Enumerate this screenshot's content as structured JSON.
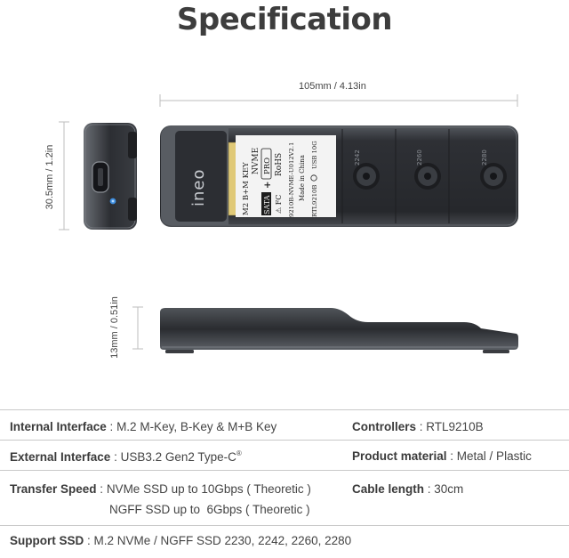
{
  "title": "Specification",
  "dimensions": {
    "length": "105mm / 4.13in",
    "width": "30.5mm / 1.2in",
    "height": "13mm / 0.51in"
  },
  "label": {
    "brand": "ineo",
    "key_line": "M2   B+M KEY",
    "nvme": "NVME",
    "pro": "PRO",
    "sata": "SATA",
    "rohs": "RoHS",
    "model": "9210B-NVME-U012V2.1",
    "made_in": "Made in China",
    "chip": "RTL9210B",
    "usb": "USB 10G",
    "marks": [
      "2242",
      "2260",
      "2280"
    ]
  },
  "specs": {
    "internal_interface_label": "Internal Interface",
    "internal_interface_value": "M.2 M-Key, B-Key & M+B Key",
    "controllers_label": "Controllers",
    "controllers_value": "RTL9210B",
    "external_interface_label": "External Interface",
    "external_interface_value": "USB3.2 Gen2 Type-C",
    "external_interface_sup": "®",
    "product_material_label": "Product material",
    "product_material_value": "Metal / Plastic",
    "transfer_speed_label": "Transfer Speed",
    "transfer_speed_value_1": "NVMe SSD up to 10Gbps ( Theoretic )",
    "transfer_speed_value_2": "NGFF SSD up to  6Gbps ( Theoretic )",
    "cable_length_label": "Cable length",
    "cable_length_value": "30cm",
    "support_ssd_label": "Support SSD",
    "support_ssd_value": "M.2 NVMe / NGFF SSD 2230, 2242, 2260, 2280"
  }
}
